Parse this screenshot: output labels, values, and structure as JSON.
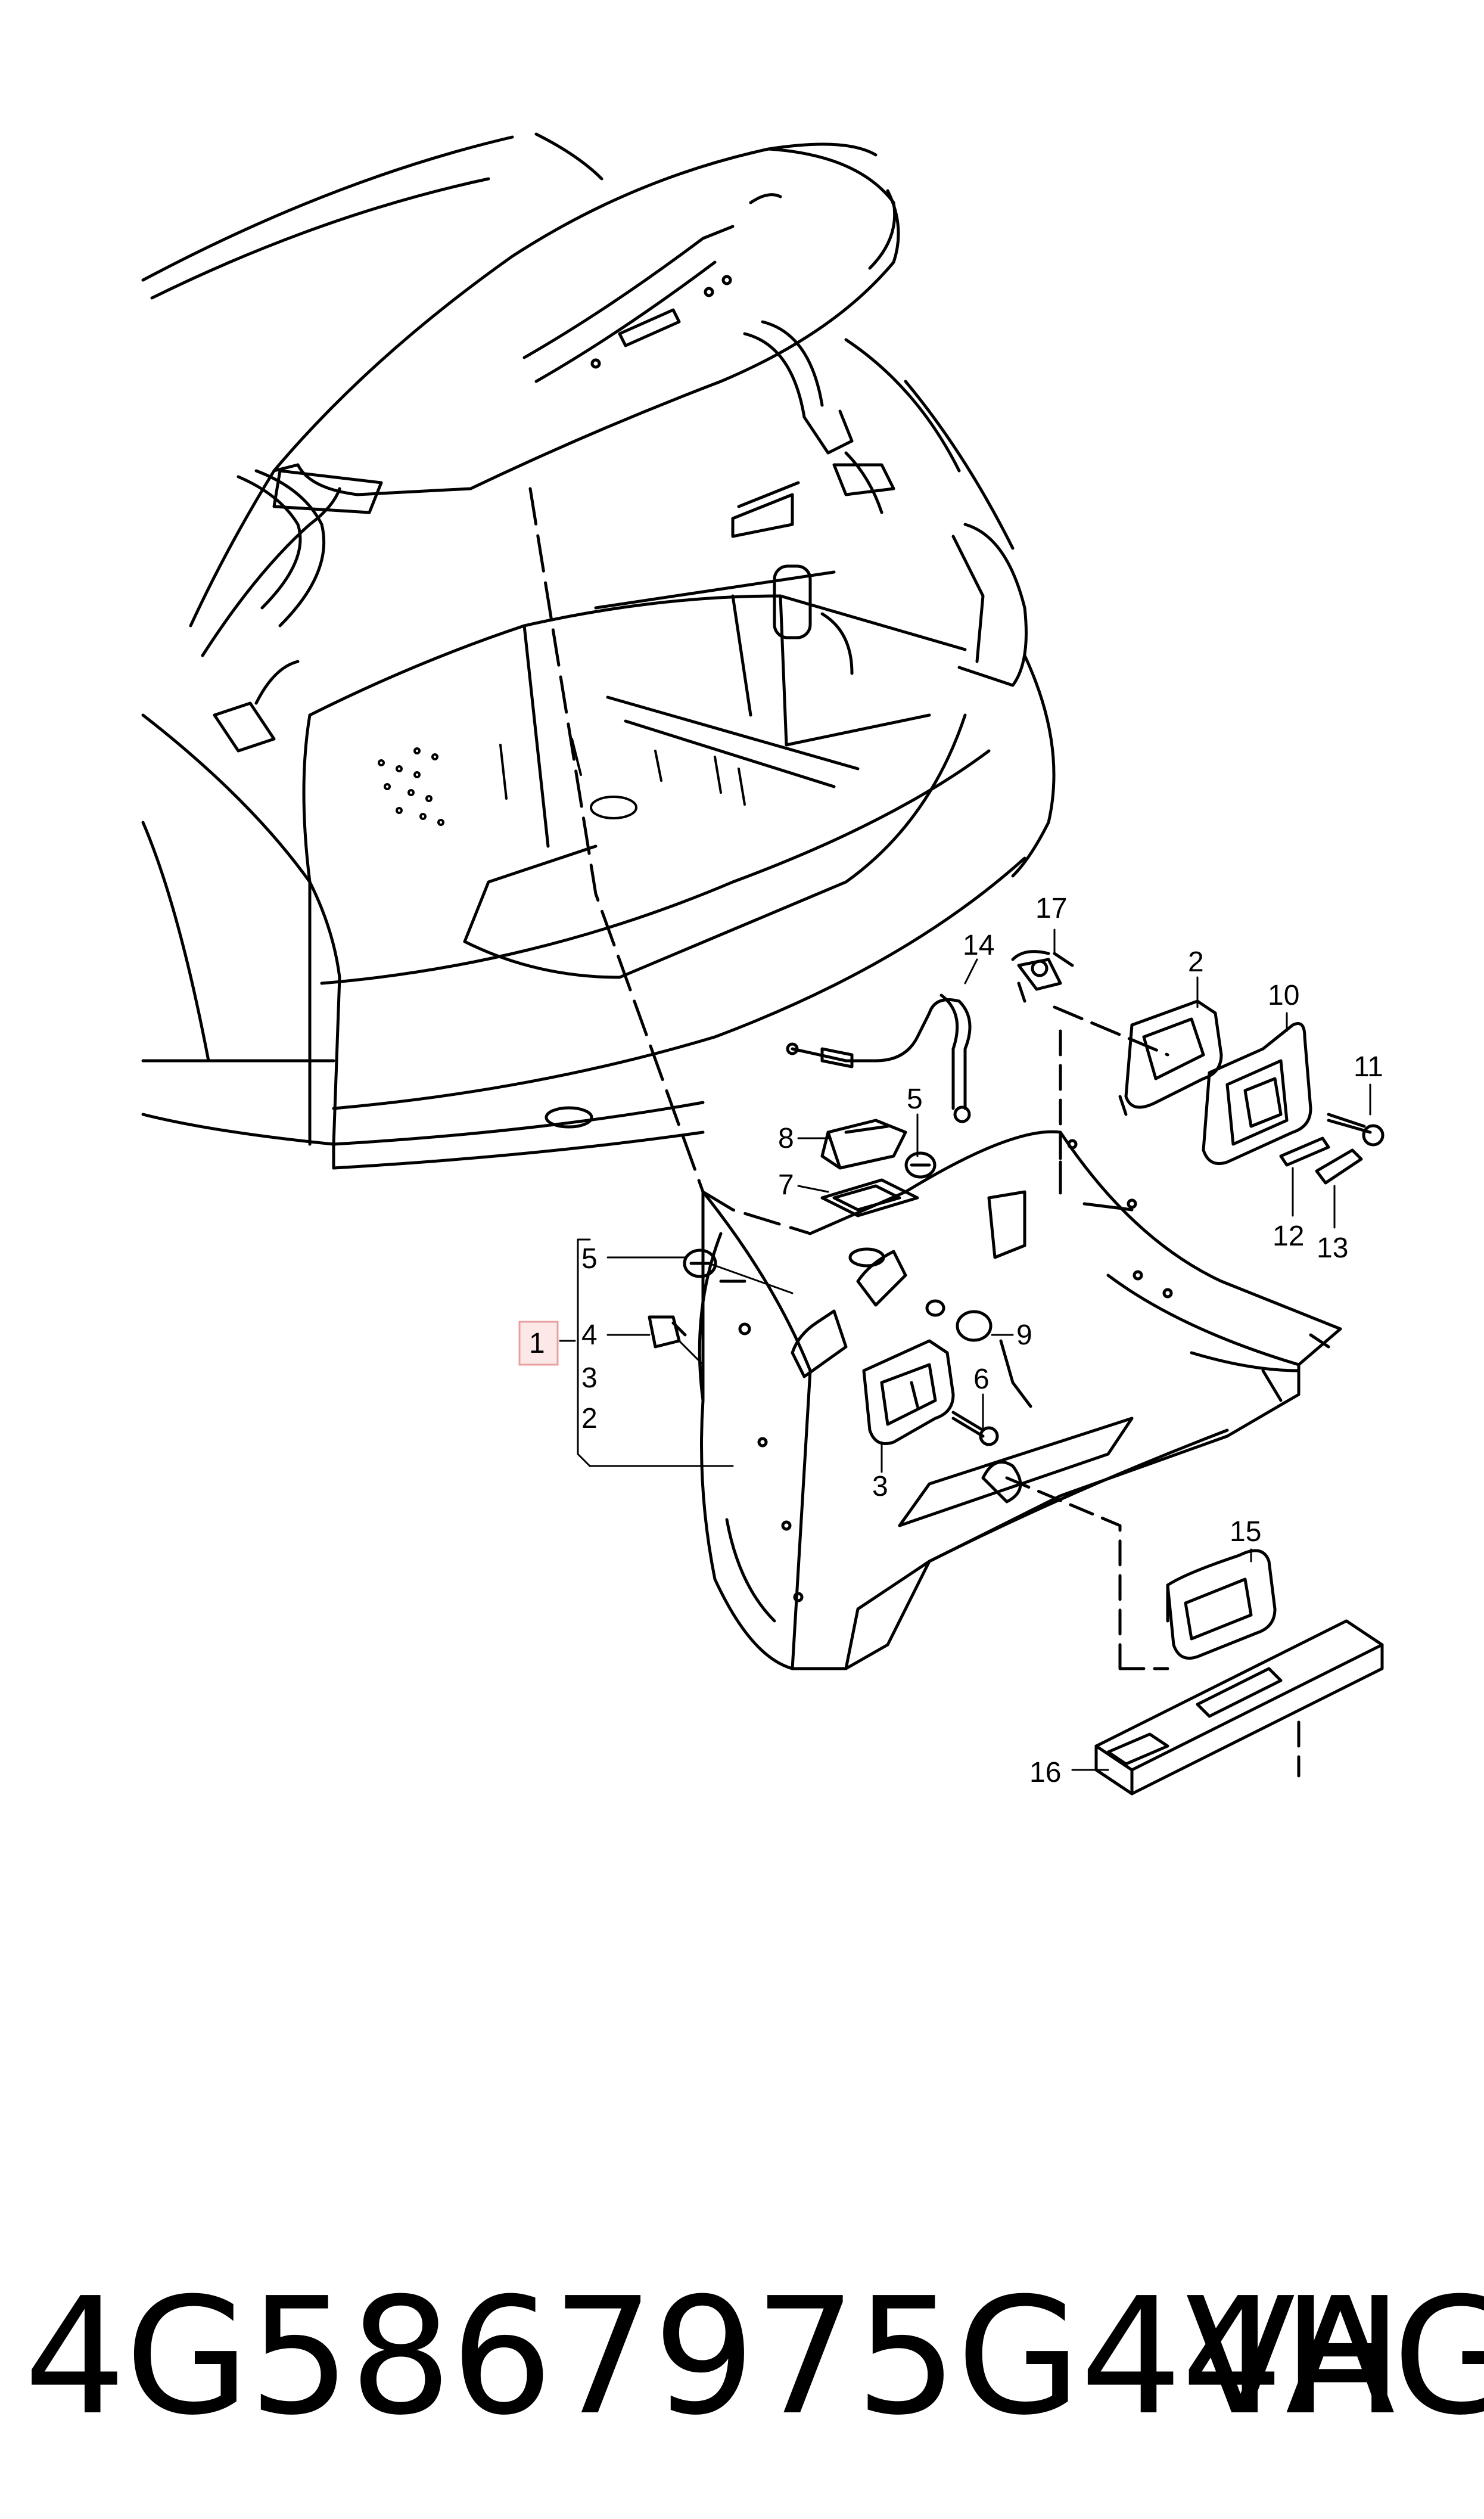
{
  "callouts": {
    "c1": "1",
    "c2a": "2",
    "c2b": "2",
    "c3a": "3",
    "c3b": "3",
    "c4": "4",
    "c5a": "5",
    "c5b": "5",
    "c6": "6",
    "c7": "7",
    "c8": "8",
    "c9": "9",
    "c10": "10",
    "c11": "11",
    "c12": "12",
    "c13": "13",
    "c14": "14",
    "c15": "15",
    "c16": "16",
    "c17": "17"
  },
  "footer": {
    "part_number": "4G5867975G44H",
    "brand": "VAG"
  },
  "colors": {
    "line": "#000000",
    "highlight_border": "#e8a0a0",
    "highlight_fill": "#fde8e8"
  }
}
